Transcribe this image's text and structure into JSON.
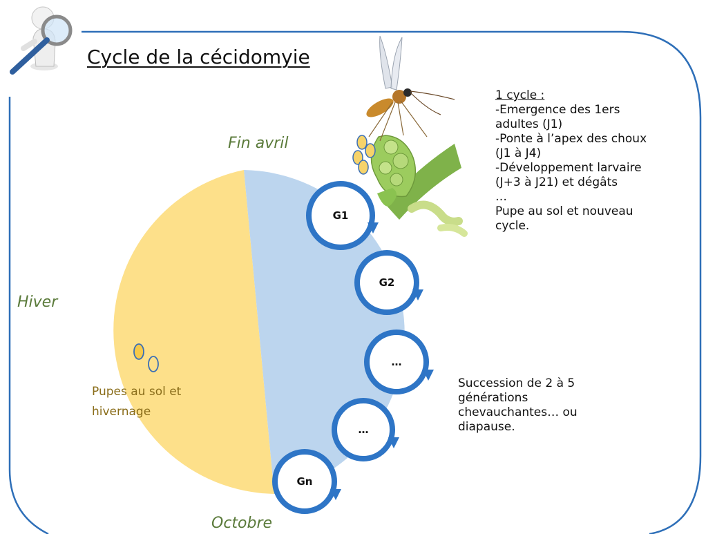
{
  "title": "Cycle de la cécidomyie",
  "seasons": {
    "spring": "Fin avril",
    "winter": "Hiver",
    "autumn": "Octobre"
  },
  "pupae_label": "Pupes au sol et hivernage",
  "info": {
    "heading": "1 cycle :",
    "lines": [
      "-Emergence des 1ers",
      "adultes (J1)",
      "-Ponte à l’apex des choux",
      "(J1 à J4)",
      "-Développement larvaire",
      "(J+3 à J21) et dégâts",
      "…",
      "Pupe au sol et nouveau",
      "cycle."
    ]
  },
  "succession_text": "Succession de 2 à 5 générations chevauchantes… ou diapause.",
  "generations": [
    "G1",
    "G2",
    "…",
    "…",
    "Gn"
  ],
  "colors": {
    "frame": "#2e6fb8",
    "winter_half": "#fde08a",
    "summer_half": "#bcd5ee",
    "generation_ring": "#2e75c6",
    "season_text": "#5a7a3a",
    "pupa_fill": "#f7c948",
    "pupa_stroke": "#3b6fb6"
  },
  "icons": [
    "magnifier-figure-icon",
    "gall-midge-icon",
    "cabbage-apex-icon",
    "larva-icon",
    "egg-cluster-icon"
  ]
}
